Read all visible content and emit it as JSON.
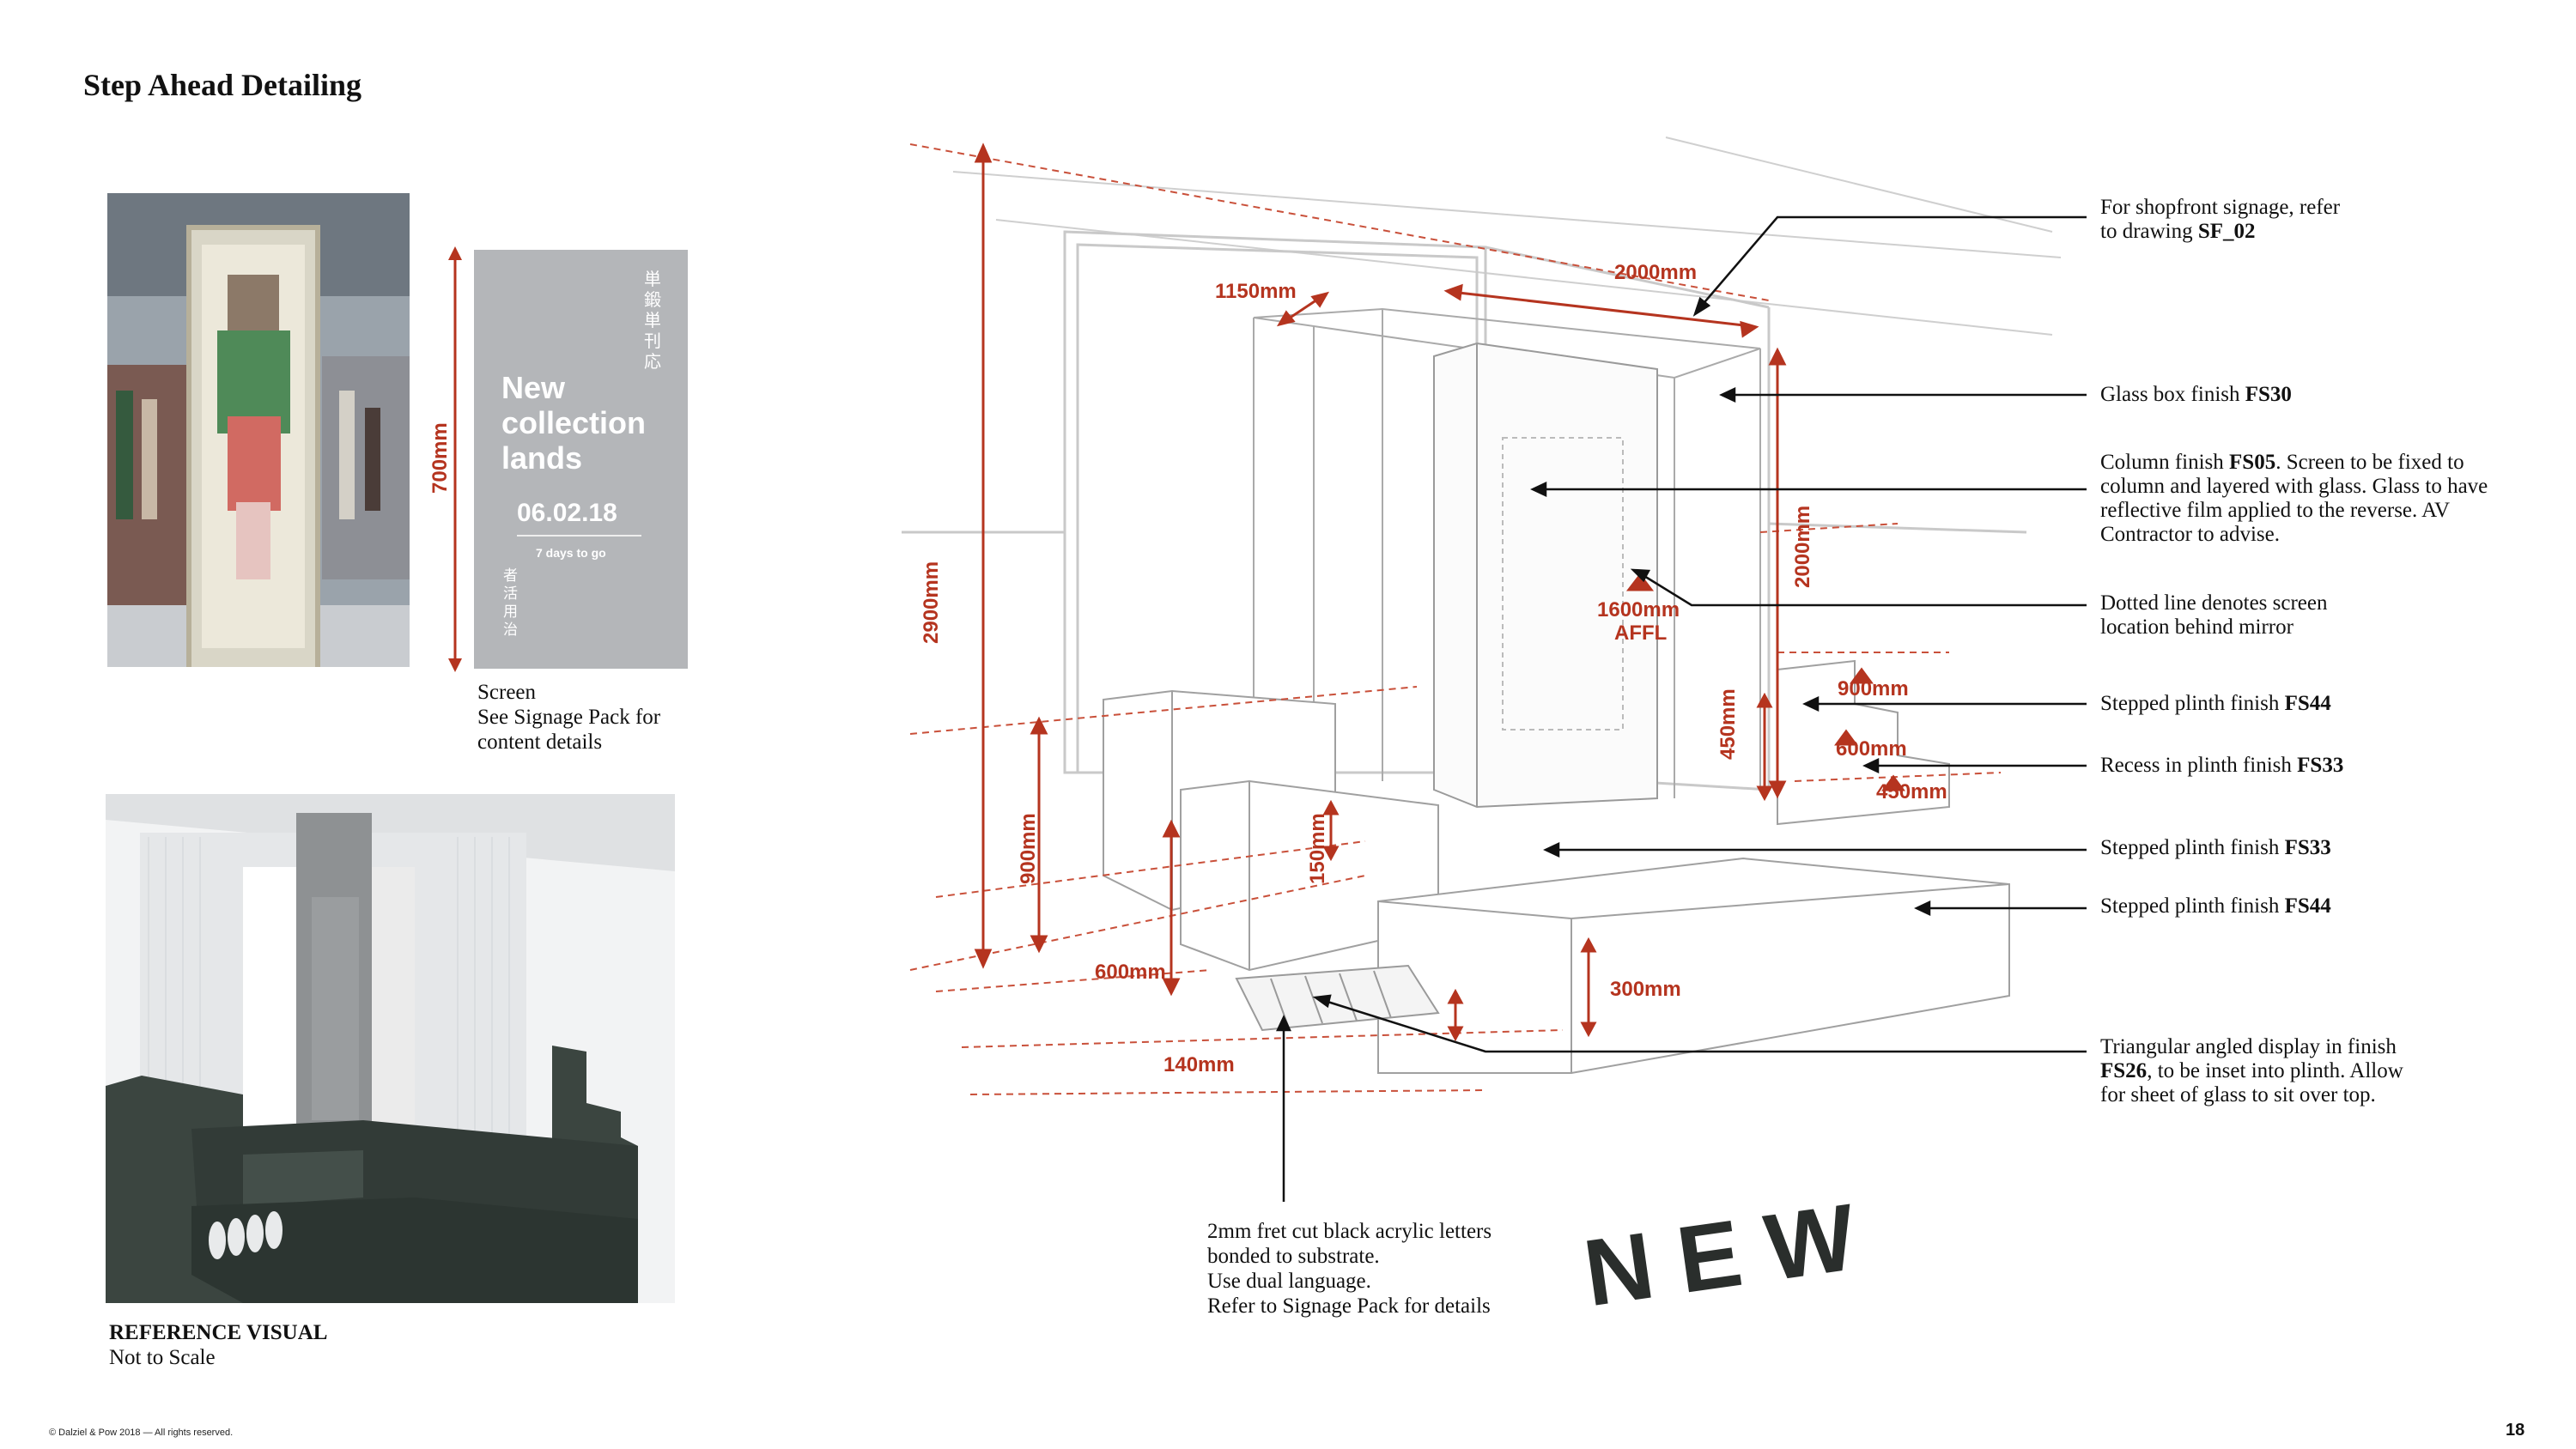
{
  "page": {
    "title": "Step Ahead Detailing",
    "footer": "© Dalziel & Pow 2018 — All rights reserved.",
    "page_number": "18"
  },
  "screen_card": {
    "headline": "New collection lands",
    "date": "06.02.18",
    "countdown": "7 days to go",
    "japanese_vertical_1": "単鍛単刊応",
    "japanese_vertical_2": "者活用治"
  },
  "left_dims": {
    "screen_height": "700mm"
  },
  "screen_note": {
    "line1": "Screen",
    "line2": "See Signage Pack for",
    "line3": "content details"
  },
  "reference": {
    "label": "REFERENCE VISUAL",
    "sub": "Not to Scale"
  },
  "dimensions": {
    "d2900": "2900mm",
    "d2000w": "2000mm",
    "d1150": "1150mm",
    "d2000h": "2000mm",
    "d1600": "1600mm",
    "affl": "AFFL",
    "d900a": "900mm",
    "d600a": "600mm",
    "d450a": "450mm",
    "d450b": "450mm",
    "d900b": "900mm",
    "d150": "150mm",
    "d600b": "600mm",
    "d300": "300mm",
    "d140": "140mm"
  },
  "callouts": {
    "shopfront_1": "For shopfront signage, refer",
    "shopfront_2_pre": "to drawing ",
    "shopfront_2_code": "SF_02",
    "glass_pre": "Glass box finish ",
    "glass_code": "FS30",
    "column_pre": "Column finish ",
    "column_code": "FS05",
    "column_line1_post": ". Screen to be fixed to",
    "column_line2": "column and layered with glass. Glass to have",
    "column_line3": "reflective film applied to the reverse. AV",
    "column_line4": "Contractor to advise.",
    "dotted_1": "Dotted line denotes screen",
    "dotted_2": "location behind mirror",
    "plinth44_pre": "Stepped plinth finish ",
    "plinth44_code": "FS44",
    "recess_pre": "Recess in plinth finish ",
    "recess_code": "FS33",
    "plinth33_pre": "Stepped plinth finish ",
    "plinth33_code": "FS33",
    "plinth44b_pre": "Stepped plinth finish ",
    "plinth44b_code": "FS44",
    "tri_1": "Triangular angled display in finish",
    "tri_2_code": "FS26",
    "tri_2_post": ", to be inset into plinth. Allow",
    "tri_3": "for sheet of glass to sit over top.",
    "acrylic_1": "2mm fret cut black acrylic letters",
    "acrylic_2": "bonded to substrate.",
    "acrylic_3": "Use dual language.",
    "acrylic_4": "Refer to Signage Pack for details"
  },
  "floor_letters": "NEW",
  "colors": {
    "dimension_red": "#b5341f",
    "plinth_dark": "#3b4540",
    "screen_grey": "#b4b6b9"
  }
}
